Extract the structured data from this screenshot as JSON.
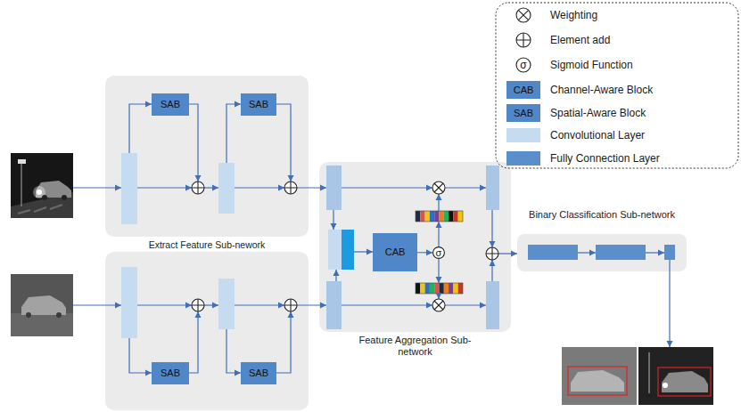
{
  "diagram": {
    "nodes": [
      {
        "text": [
          "Extract Feature Sub-nework"
        ]
      },
      {
        "text": [
          "SAB"
        ],
        "in": 0
      },
      {
        "text": [
          "SAB"
        ],
        "in": 0
      },
      {
        "text": [
          "SAB"
        ]
      },
      {
        "text": [
          "SAB"
        ]
      },
      {
        "text": [
          "Feature Aggregation Sub-network"
        ]
      },
      {
        "text": [
          "CAB"
        ],
        "in": 5
      },
      {
        "text": [
          "σ"
        ],
        "in": 5
      },
      {
        "text": [
          "Binary Classification Sub-network"
        ]
      }
    ],
    "edges": [
      {
        "from": 6,
        "to": 7,
        "arrow": "to"
      }
    ],
    "labels": [
      "CAB",
      "SAB",
      "σ"
    ],
    "legend": [
      {
        "text": "Weighting"
      },
      {
        "text": "Element add"
      },
      {
        "text": "Sigmoid Function"
      },
      {
        "text": "Channel-Aware Block",
        "color": "#4f87c8"
      },
      {
        "text": "Spatial-Aware Block",
        "color": "#4f87c8"
      },
      {
        "text": "Convolutional Layer",
        "color": "#c5dcf0"
      },
      {
        "text": "Fully Connection Layer",
        "color": "#5b8fcb"
      }
    ]
  }
}
